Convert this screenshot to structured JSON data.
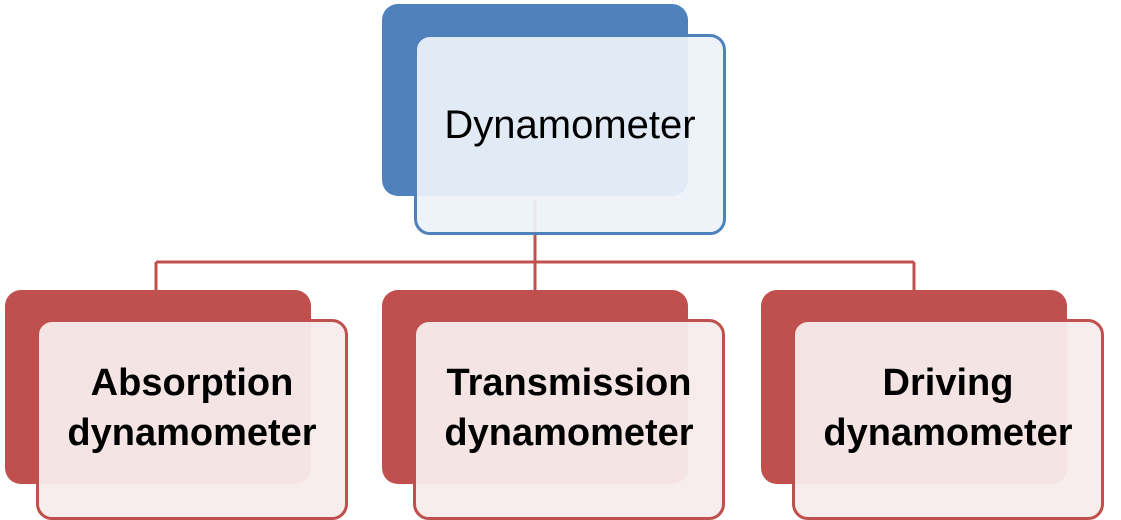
{
  "diagram": {
    "root": {
      "label": "Dynamometer"
    },
    "children": [
      {
        "line1": "Absorption",
        "line2": "dynamometer"
      },
      {
        "line1": "Transmission",
        "line2": "dynamometer"
      },
      {
        "line1": "Driving",
        "line2": "dynamometer"
      }
    ],
    "colors": {
      "root_fill": "#4f81bd",
      "root_front_fill": "#edf2f9",
      "child_fill": "#c0504d",
      "child_front_fill": "#f7ecec",
      "connector": "#c0504d"
    }
  }
}
